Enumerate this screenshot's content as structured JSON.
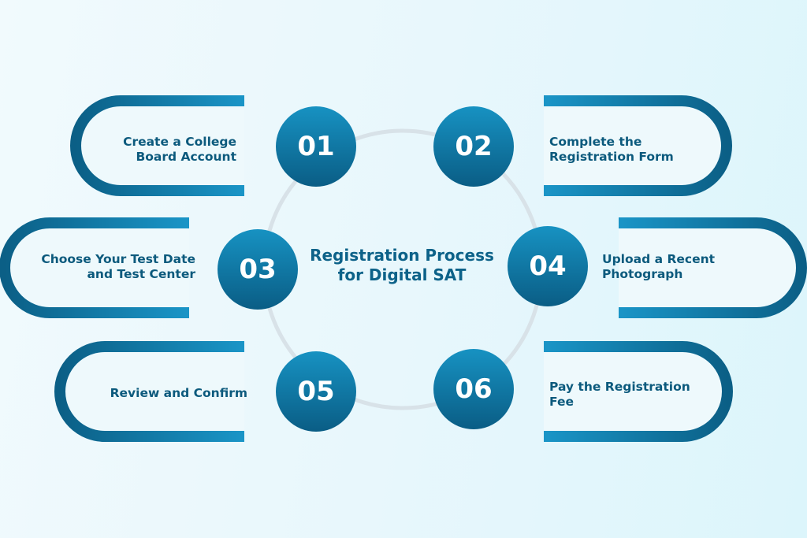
{
  "title_line1": "Registration Process",
  "title_line2": "for Digital SAT",
  "colors": {
    "accent": "#1a8fc0",
    "dark": "#0b5f86",
    "text": "#0c5a7d"
  },
  "steps": [
    {
      "number": "01",
      "line1": "Create a College",
      "line2": "Board Account"
    },
    {
      "number": "02",
      "line1": "Complete the",
      "line2": "Registration Form"
    },
    {
      "number": "03",
      "line1": "Choose Your Test Date",
      "line2": "and Test Center"
    },
    {
      "number": "04",
      "line1": "Upload a Recent",
      "line2": "Photograph"
    },
    {
      "number": "05",
      "line1": "Review and Confirm",
      "line2": ""
    },
    {
      "number": "06",
      "line1": "Pay the Registration",
      "line2": "Fee"
    }
  ]
}
